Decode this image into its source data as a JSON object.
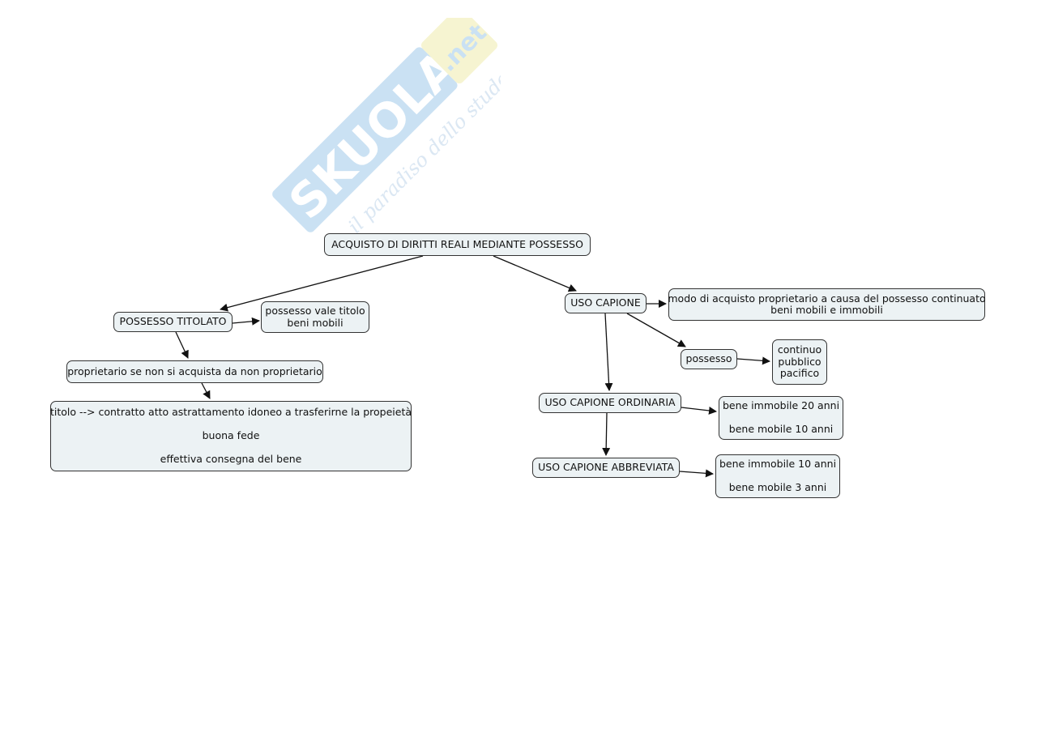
{
  "watermark": {
    "brand": "SKUOLA",
    "brand_suffix": ".net",
    "tagline": "il paradiso dello studente",
    "colors": {
      "brand": "#b9d7ef",
      "suffix": "#f3f1c2",
      "tagline": "#cfe0ef"
    }
  },
  "nodes": {
    "root": {
      "lines": [
        "ACQUISTO DI DIRITTI REALI MEDIANTE POSSESSO"
      ]
    },
    "possesso_titolato": {
      "lines": [
        "POSSESSO TITOLATO"
      ]
    },
    "possesso_vale_titolo": {
      "lines": [
        "possesso vale titolo",
        "beni mobili"
      ]
    },
    "proprietario": {
      "lines": [
        "proprietario se non si acquista da non proprietario"
      ]
    },
    "titolo": {
      "lines": [
        "titolo --> contratto atto astrattamento idoneo a trasferirne la propeietà",
        "",
        "buona fede",
        "",
        "effettiva consegna del bene"
      ]
    },
    "uso_capione": {
      "lines": [
        "USO CAPIONE"
      ]
    },
    "modo_acquisto": {
      "lines": [
        "modo di acquisto proprietario a causa del possesso continuato",
        "beni mobili e immobili"
      ]
    },
    "possesso": {
      "lines": [
        "possesso"
      ]
    },
    "continuo": {
      "lines": [
        "continuo",
        "pubblico",
        "pacifico"
      ]
    },
    "ordinaria": {
      "lines": [
        "USO CAPIONE ORDINARIA"
      ]
    },
    "ordinaria_anni": {
      "lines": [
        "bene immobile 20 anni",
        "",
        "bene mobile 10 anni"
      ]
    },
    "abbreviata": {
      "lines": [
        "USO CAPIONE ABBREVIATA"
      ]
    },
    "abbreviata_anni": {
      "lines": [
        "bene immobile 10 anni",
        "",
        "bene mobile 3 anni"
      ]
    }
  },
  "edges": [
    {
      "from": "root",
      "to": "possesso_titolato"
    },
    {
      "from": "root",
      "to": "uso_capione"
    },
    {
      "from": "possesso_titolato",
      "to": "possesso_vale_titolo"
    },
    {
      "from": "possesso_titolato",
      "to": "proprietario"
    },
    {
      "from": "proprietario",
      "to": "titolo"
    },
    {
      "from": "uso_capione",
      "to": "modo_acquisto"
    },
    {
      "from": "uso_capione",
      "to": "possesso"
    },
    {
      "from": "possesso",
      "to": "continuo"
    },
    {
      "from": "uso_capione",
      "to": "ordinaria"
    },
    {
      "from": "ordinaria",
      "to": "ordinaria_anni"
    },
    {
      "from": "ordinaria",
      "to": "abbreviata"
    },
    {
      "from": "abbreviata",
      "to": "abbreviata_anni"
    }
  ],
  "colors": {
    "node_fill": "#ecf2f4",
    "node_border": "#333333",
    "edge": "#111111"
  }
}
